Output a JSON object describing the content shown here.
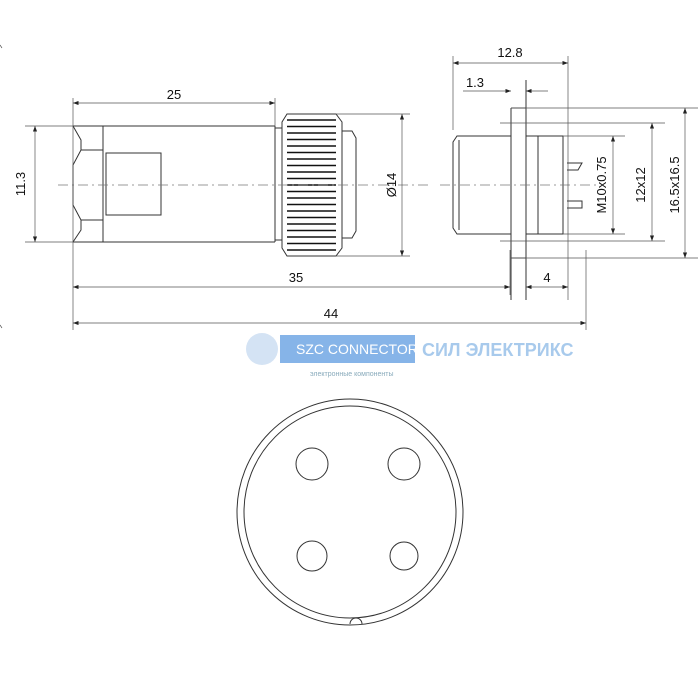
{
  "dimensions": {
    "length_hex_body": "25",
    "hex_size": "11.3",
    "nut_diameter": "Ø14",
    "length_to_flange": "35",
    "total_length": "44",
    "socket_length": "12.8",
    "flange_thickness": "1.3",
    "thread": "M10x0.75",
    "flange_inner": "12x12",
    "flange_outer": "16.5x16.5",
    "rear_length": "4"
  },
  "watermark": {
    "brand": "СИЛ ЭЛЕКТРИКС",
    "tagline": "электронные компоненты",
    "label": "SZC CONNECTOR"
  },
  "colors": {
    "line": "#333333",
    "watermark": "#6fa8e0"
  }
}
